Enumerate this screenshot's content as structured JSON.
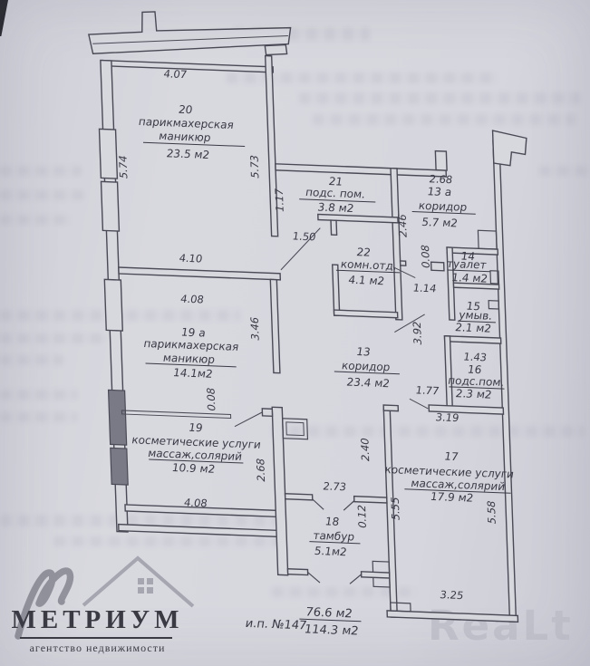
{
  "plan": {
    "rooms": {
      "r20": {
        "num": "20",
        "n1": "парикмахерская",
        "n2": "маникюр",
        "area": "23.5 м2"
      },
      "r21": {
        "num": "21",
        "n1": "подс. пом.",
        "area": "3.8 м2"
      },
      "r13a": {
        "num": "13 а",
        "n1": "коридор",
        "area": "5.7 м2"
      },
      "r22": {
        "num": "22",
        "n1": "комн.отд.",
        "area": "4.1 м2"
      },
      "r14": {
        "num": "14",
        "n1": "туалет",
        "area": "1.4 м2"
      },
      "r15": {
        "num": "15",
        "n1": "умыв.",
        "area": "2.1 м2"
      },
      "r13": {
        "num": "13",
        "n1": "коридор",
        "area": "23.4 м2"
      },
      "r16": {
        "num": "16",
        "n1": "подс.пом.",
        "area": "2.3 м2"
      },
      "r19a": {
        "num": "19 а",
        "n1": "парикмахерская",
        "n2": "маникюр",
        "area": "14.1м2"
      },
      "r19": {
        "num": "19",
        "n1": "косметические услуги",
        "n2": "массаж,солярий",
        "area": "10.9 м2"
      },
      "r17": {
        "num": "17",
        "n1": "косметические услуги",
        "n2": "массаж,солярий",
        "area": "17.9 м2"
      },
      "r18": {
        "num": "18",
        "n1": "тамбур",
        "area": "5.1м2"
      }
    },
    "dims": {
      "a407": "4.07",
      "a574": "5.74",
      "a573": "5.73",
      "a117": "1.17",
      "a268t": "2.68",
      "a246": "2.46",
      "a150": "1.50",
      "a008t": "0.08",
      "a114": "1.14",
      "a410": "4.10",
      "a408t": "4.08",
      "a346": "3.46",
      "a392": "3.92",
      "a143": "1.43",
      "a177": "1.77",
      "a319": "3.19",
      "a008m": "0.08",
      "a268r": "2.68",
      "a240": "2.40",
      "a408b": "4.08",
      "a273": "2.73",
      "a555": "5.55",
      "a012": "0.12",
      "a558": "5.58",
      "a325": "3.25"
    },
    "footer": {
      "unit": "и.п. №147",
      "top": "76.6 м2",
      "bottom": "114.3 м2"
    }
  },
  "logo": {
    "title": "МЕТРИУМ",
    "subtitle": "агентство недвижимости"
  },
  "watermark": {
    "text": "ReaLt"
  }
}
